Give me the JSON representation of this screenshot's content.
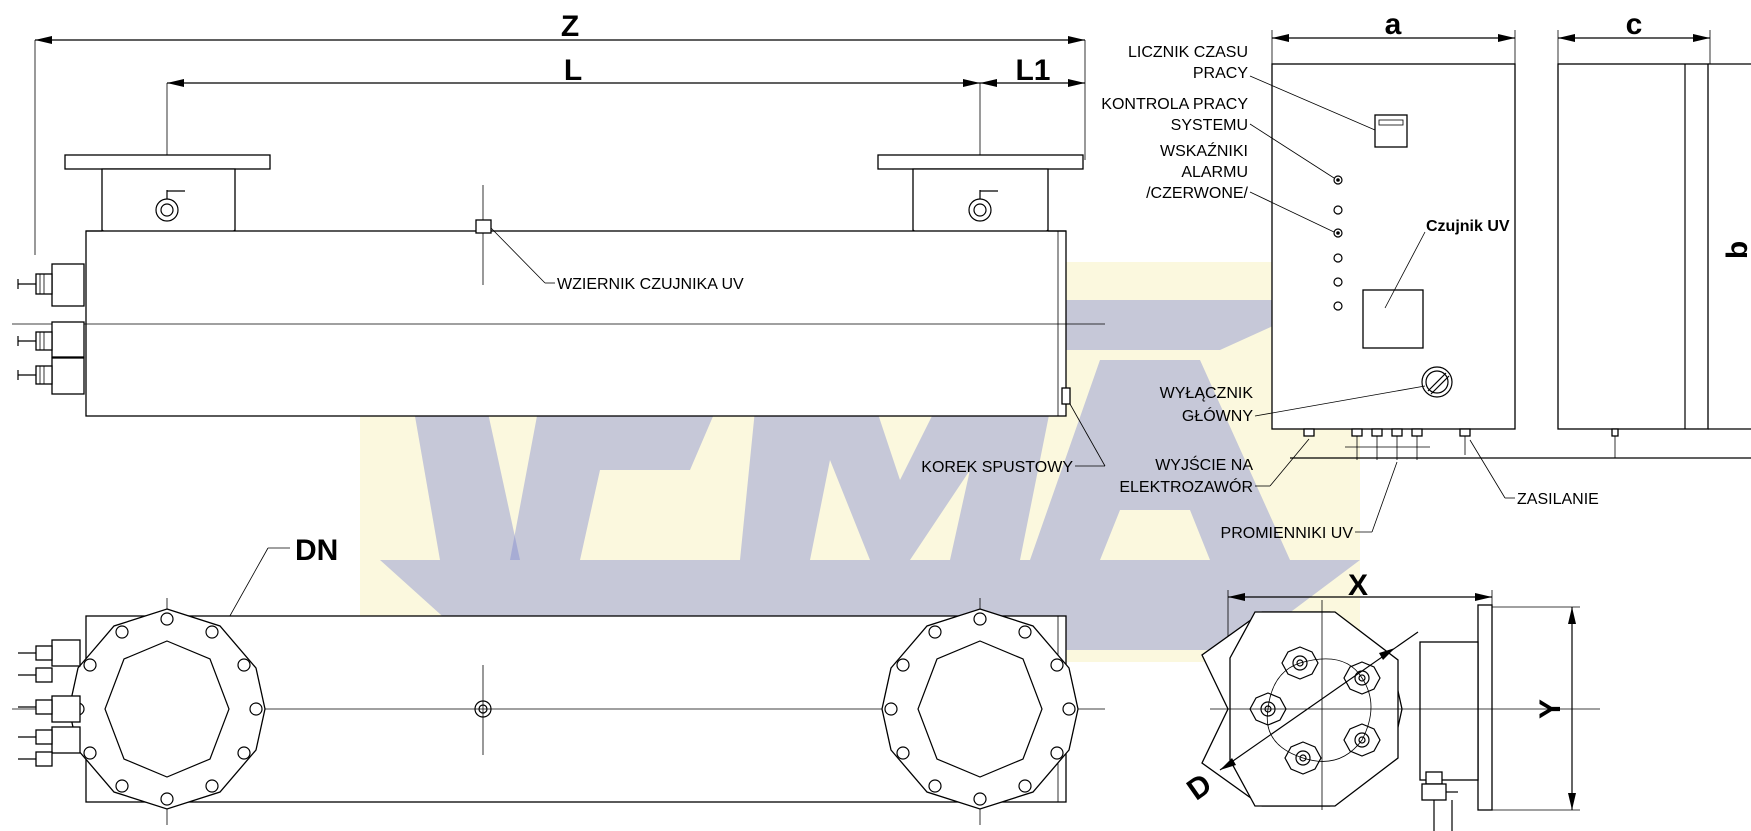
{
  "dimensions": {
    "z": "Z",
    "l": "L",
    "l1": "L1",
    "a": "a",
    "c": "c",
    "b": "b",
    "dn": "DN",
    "x": "X",
    "y": "Y",
    "d": "D"
  },
  "labels": {
    "hour_counter_line1": "LICZNIK CZASU",
    "hour_counter_line2": "PRACY",
    "system_control_line1": "KONTROLA PRACY",
    "system_control_line2": "SYSTEMU",
    "alarm_line1": "WSKAŹNIKI",
    "alarm_line2": "ALARMU",
    "alarm_line3": "/CZERWONE/",
    "uv_sensor": "Czujnik UV",
    "main_switch_line1": "WYŁĄCZNIK",
    "main_switch_line2": "GŁÓWNY",
    "valve_output_line1": "WYJŚCIE NA",
    "valve_output_line2": "ELEKTROZAWÓR",
    "power_supply": "ZASILANIE",
    "uv_lamps": "PROMIENNIKI UV",
    "sensor_window": "WZIERNIK CZUJNIKA UV",
    "drain_plug": "KOREK SPUSTOWY"
  },
  "colors": {
    "line": "#000000",
    "watermark_blue": "#7b86cf",
    "watermark_yellow": "#f3eaa0"
  }
}
